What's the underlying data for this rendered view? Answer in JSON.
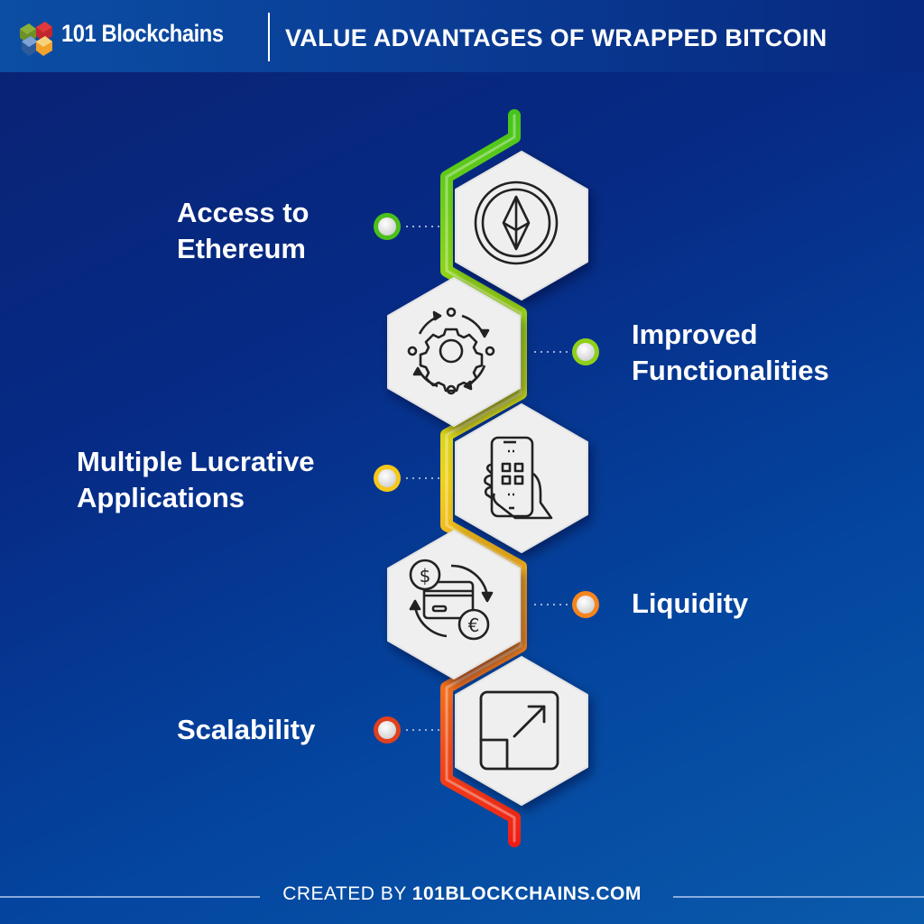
{
  "header": {
    "brand": "101 Blockchains",
    "title": "VALUE ADVANTAGES OF WRAPPED BITCOIN"
  },
  "items": [
    {
      "label_line1": "Access to",
      "label_line2": "Ethereum",
      "icon": "ethereum-coin-icon",
      "side": "left",
      "color": "#5cc41a"
    },
    {
      "label_line1": "Improved",
      "label_line2": "Functionalities",
      "icon": "gear-cycle-icon",
      "side": "right",
      "color": "#9fd61a"
    },
    {
      "label_line1": "Multiple Lucrative",
      "label_line2": "Applications",
      "icon": "mobile-apps-hand-icon",
      "side": "left",
      "color": "#f2c81a"
    },
    {
      "label_line1": "Liquidity",
      "label_line2": "",
      "icon": "currency-exchange-card-icon",
      "side": "right",
      "color": "#f58a1e"
    },
    {
      "label_line1": "Scalability",
      "label_line2": "",
      "icon": "scale-up-arrow-icon",
      "side": "left",
      "color": "#e0381c"
    }
  ],
  "colors": {
    "background_dark": "#0a2272",
    "background_light": "#0a5aab",
    "hex_fill": "#efefef",
    "icon_stroke": "#222222",
    "text": "#ffffff"
  },
  "footer": {
    "prefix": "CREATED BY ",
    "site": "101BLOCKCHAINS.COM"
  }
}
